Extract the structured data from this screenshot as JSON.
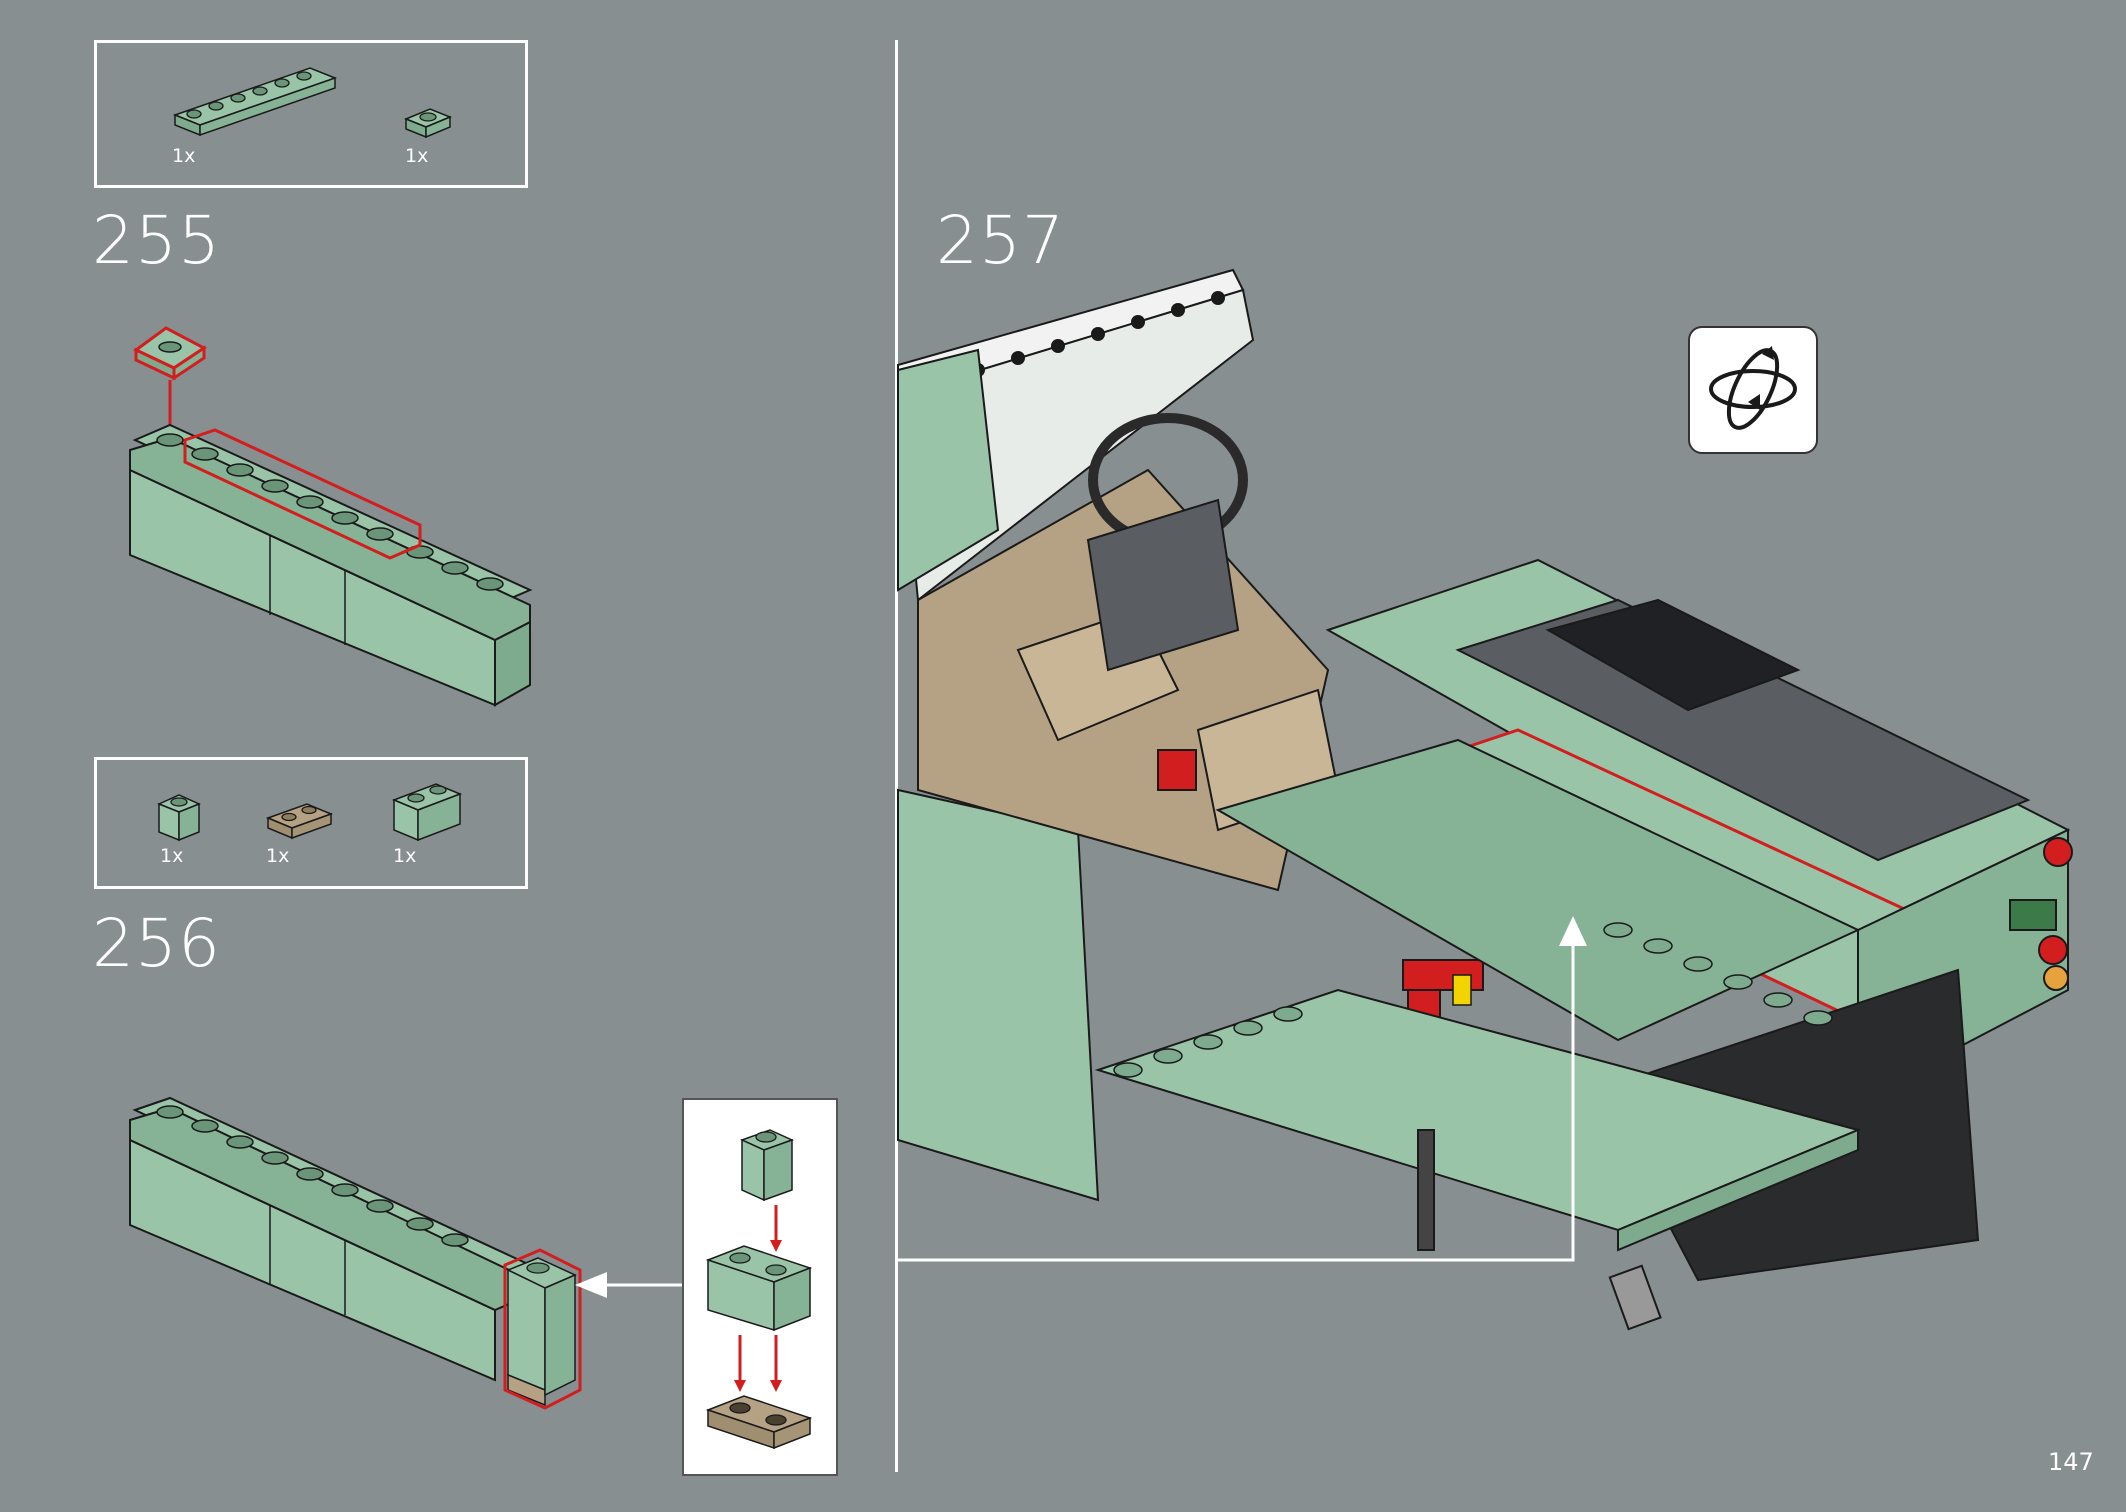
{
  "page": {
    "number": "147",
    "background": "#878f90"
  },
  "colors": {
    "sand_green": "#9ac4a8",
    "sand_green_dark": "#7eab8e",
    "tan": "#b5a284",
    "highlight_red": "#d21e1e",
    "dark_grey": "#4a4d50",
    "black": "#1a1a1a",
    "white": "#ffffff"
  },
  "steps": [
    {
      "number": "255",
      "parts": [
        {
          "qty": "1x",
          "piece": "sand-green-plate-1x6"
        },
        {
          "qty": "1x",
          "piece": "sand-green-plate-1x1"
        }
      ]
    },
    {
      "number": "256",
      "parts": [
        {
          "qty": "1x",
          "piece": "sand-green-brick-1x1"
        },
        {
          "qty": "1x",
          "piece": "tan-plate-1x2"
        },
        {
          "qty": "1x",
          "piece": "sand-green-brick-1x2"
        }
      ]
    },
    {
      "number": "257",
      "icon": "rotate-model-icon"
    }
  ]
}
